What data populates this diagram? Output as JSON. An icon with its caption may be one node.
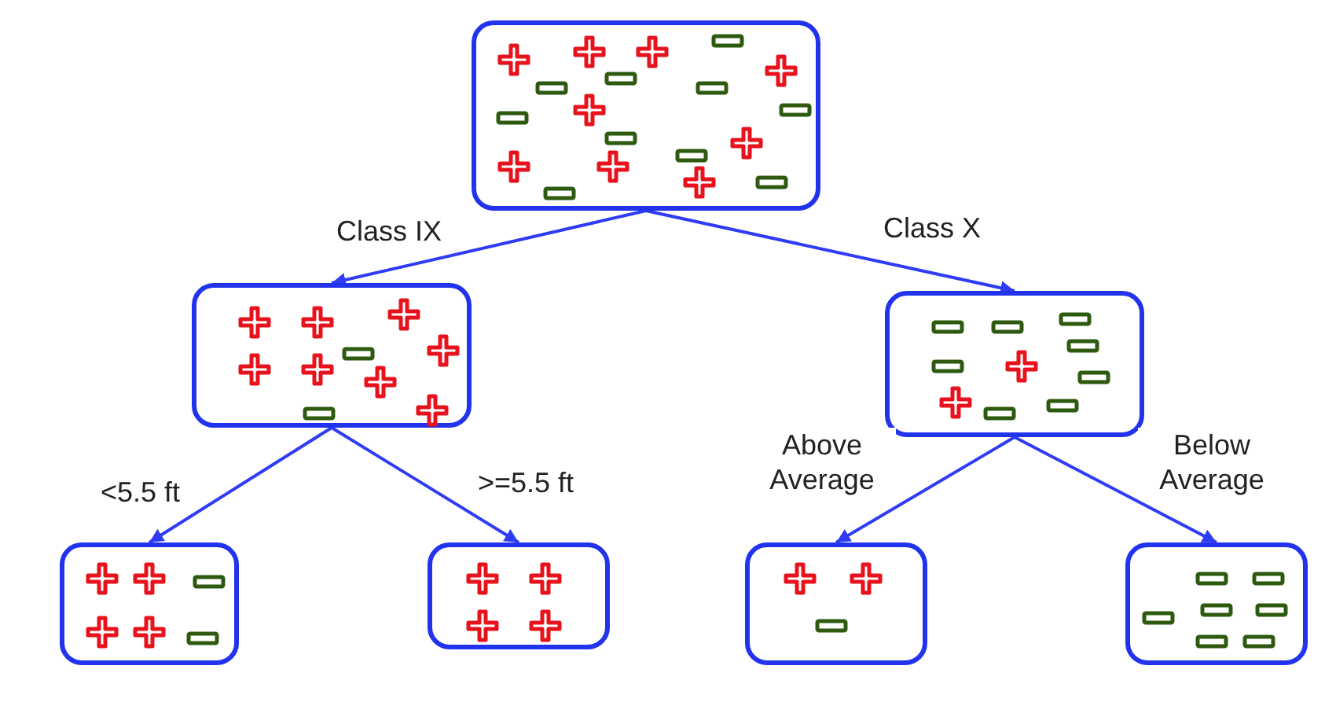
{
  "diagram": {
    "nodes": [
      {
        "text": [],
        "shape": "box"
      },
      {
        "text": [],
        "shape": "box"
      },
      {
        "text": [],
        "shape": "box"
      },
      {
        "text": [],
        "shape": "box"
      },
      {
        "text": [],
        "shape": "box"
      },
      {
        "text": [],
        "shape": "box"
      },
      {
        "text": [],
        "shape": "box"
      }
    ],
    "edges": [
      {
        "from": 0,
        "to": 1,
        "arrow": "to",
        "label": "Class IX"
      },
      {
        "from": 0,
        "to": 2,
        "arrow": "to",
        "label": "Class X"
      },
      {
        "from": 1,
        "to": 3,
        "arrow": "to",
        "label": "<5.5 ft"
      },
      {
        "from": 1,
        "to": 4,
        "arrow": "to",
        "label": ">=5.5 ft"
      },
      {
        "from": 2,
        "to": 5,
        "arrow": "to",
        "label": "Above Average"
      },
      {
        "from": 2,
        "to": 6,
        "arrow": "to",
        "label": "Below Average"
      }
    ]
  }
}
